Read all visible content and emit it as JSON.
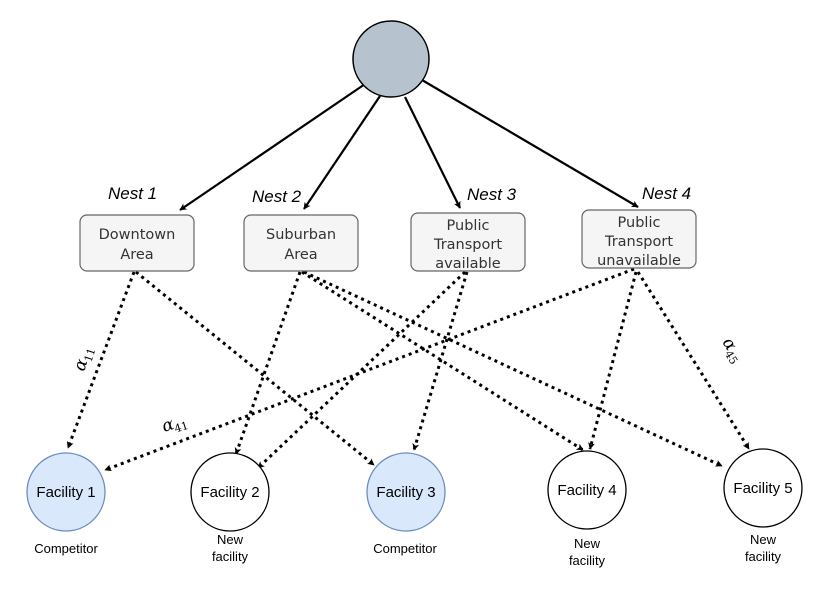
{
  "root_node": {
    "fill": "#b6c3cf"
  },
  "nests": [
    {
      "label": "Nest 1",
      "box_lines": [
        "Downtown",
        "Area"
      ]
    },
    {
      "label": "Nest 2",
      "box_lines": [
        "Suburban",
        "Area"
      ]
    },
    {
      "label": "Nest 3",
      "box_lines": [
        "Public",
        "Transport",
        "available"
      ]
    },
    {
      "label": "Nest 4",
      "box_lines": [
        "Public",
        "Transport",
        "unavailable"
      ]
    }
  ],
  "facilities": [
    {
      "label": "Facility 1",
      "caption": [
        "Competitor"
      ],
      "type": "competitor"
    },
    {
      "label": "Facility 2",
      "caption": [
        "New",
        "facility"
      ],
      "type": "new"
    },
    {
      "label": "Facility 3",
      "caption": [
        "Competitor"
      ],
      "type": "competitor"
    },
    {
      "label": "Facility 4",
      "caption": [
        "New",
        "facility"
      ],
      "type": "new"
    },
    {
      "label": "Facility 5",
      "caption": [
        "New",
        "facility"
      ],
      "type": "new"
    }
  ],
  "alpha_labels": [
    {
      "symbol": "α",
      "subscript": "11"
    },
    {
      "symbol": "α",
      "subscript": "41"
    },
    {
      "symbol": "α",
      "subscript": "45"
    }
  ],
  "colors": {
    "competitor_fill": "#dae8fc",
    "competitor_stroke": "#6c8ebf",
    "new_fill": "#ffffff",
    "new_stroke": "#000000",
    "box_fill": "#f5f5f5",
    "box_stroke": "#666666",
    "edge": "#000000"
  }
}
